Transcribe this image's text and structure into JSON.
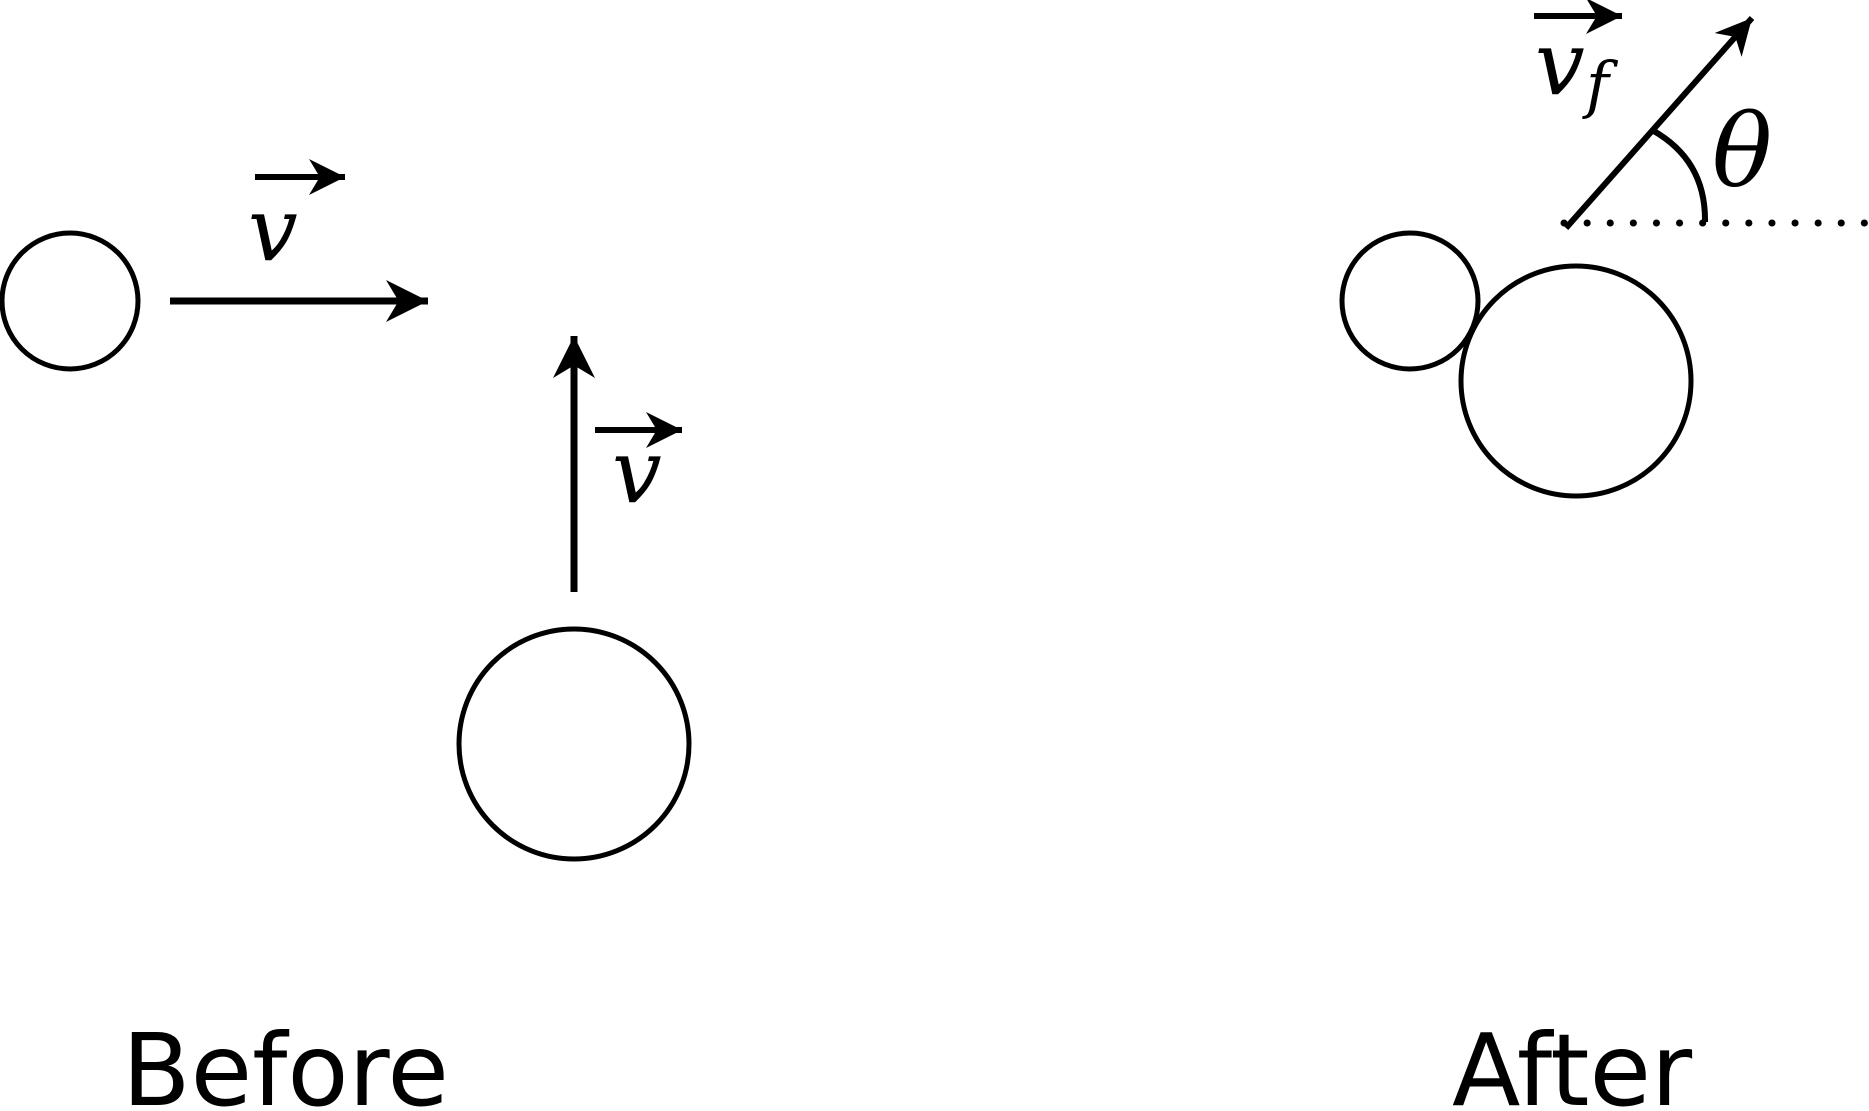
{
  "panels": {
    "before": {
      "caption": "Before",
      "velocity_label_moving_right": "v",
      "velocity_label_moving_up": "v"
    },
    "after": {
      "caption": "After",
      "velocity_symbol": "v",
      "velocity_subscript": "f",
      "angle_symbol": "θ"
    }
  },
  "colors": {
    "stroke": "#000000",
    "background": "#ffffff"
  }
}
